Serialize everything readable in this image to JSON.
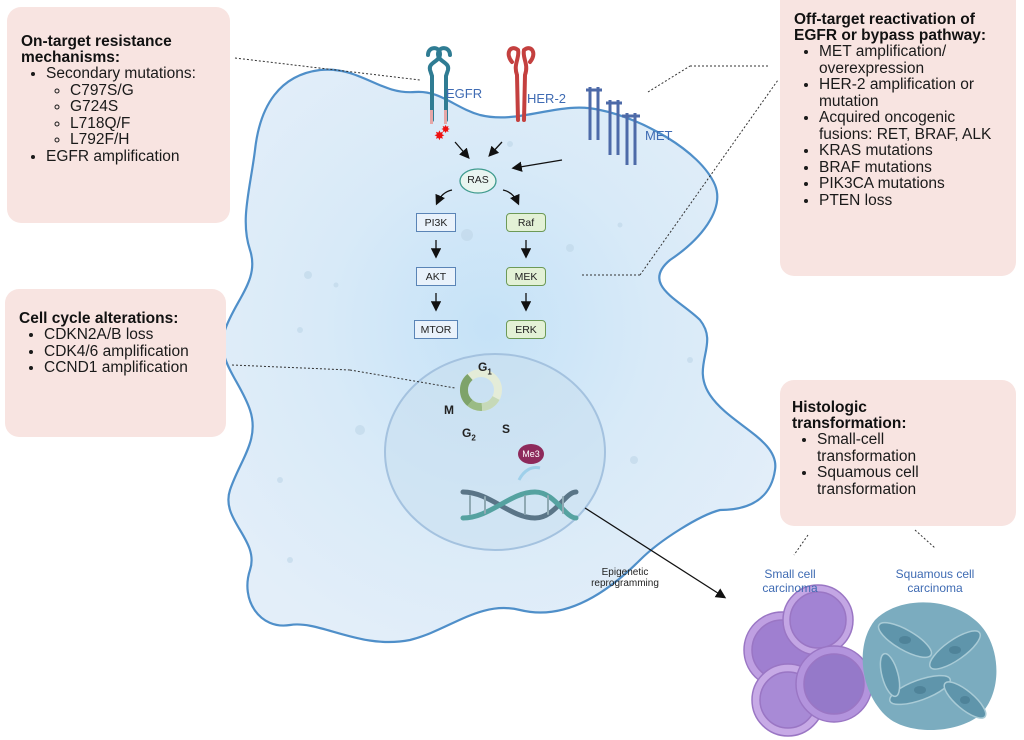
{
  "boxes": {
    "on_target": {
      "title": "On-target resistance mechanisms:",
      "items": [
        {
          "text": "Secondary mutations:",
          "sub": [
            "C797S/G",
            "G724S",
            "L718Q/F",
            "L792F/H"
          ]
        },
        {
          "text": "EGFR amplification"
        }
      ]
    },
    "off_target": {
      "title": "Off-target reactivation of EGFR or bypass pathway:",
      "items": [
        "MET amplification/ overexpression",
        "HER-2 amplification or mutation",
        "Acquired oncogenic fusions: RET, BRAF, ALK",
        "KRAS mutations",
        "BRAF mutations",
        "PIK3CA mutations",
        "PTEN loss"
      ]
    },
    "cell_cycle": {
      "title": "Cell cycle alterations:",
      "items": [
        "CDKN2A/B loss",
        "CDK4/6 amplification",
        "CCND1 amplification"
      ]
    },
    "histologic": {
      "title": "Histologic transformation:",
      "items": [
        "Small-cell transformation",
        "Squamous cell transformation"
      ]
    }
  },
  "receptors": {
    "egfr": "EGFR",
    "her2": "HER-2",
    "met": "MET"
  },
  "pathway": {
    "ras": "RAS",
    "pi3k_branch": [
      "PI3K",
      "AKT",
      "MTOR"
    ],
    "mapk_branch": [
      "Raf",
      "MEK",
      "ERK"
    ]
  },
  "cell_cycle_phases": {
    "g1": "G",
    "g1_sub": "1",
    "s": "S",
    "g2": "G",
    "g2_sub": "2",
    "m": "M"
  },
  "epigenetic": {
    "mark": "Me3",
    "label_line1": "Epigenetic",
    "label_line2": "reprogramming"
  },
  "carcinomas": {
    "small_cell_line1": "Small cell",
    "small_cell_line2": "carcinoma",
    "squamous_line1": "Squamous cell",
    "squamous_line2": "carcinoma"
  },
  "colors": {
    "box_bg": "#f8e4e1",
    "cell_fill": "#dcebf8",
    "cell_outline": "#4f8fc9",
    "egfr": "#2f7c93",
    "her2": "#c4403f",
    "met": "#4d6aa8",
    "label_blue": "#3f6bb3"
  }
}
